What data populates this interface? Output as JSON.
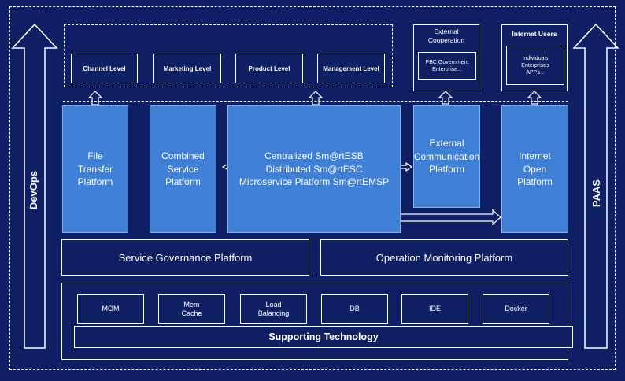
{
  "side": {
    "left_label": "DevOps",
    "right_label": "PAAS"
  },
  "levels": [
    {
      "label": "Channel Level"
    },
    {
      "label": "Marketing Level"
    },
    {
      "label": "Product Level"
    },
    {
      "label": "Management Level"
    }
  ],
  "external": {
    "title_line1": "External",
    "title_line2": "Cooperation",
    "inner_line1": "PBC Government",
    "inner_line2": "Enterprise..."
  },
  "internet": {
    "title": "Internet Users",
    "inner_line1": "Individuals",
    "inner_line2": "Enterprises",
    "inner_line3": "APPs..."
  },
  "platforms": {
    "file_transfer": "File\nTransfer\nPlatform",
    "combined_service": "Combined\nService\nPlatform",
    "central": "Centralized Sm@rtESB\nDistributed Sm@rtESC\nMicroservice Platform Sm@rtEMSP",
    "external_comm": "External\nCommunication\nPlatform",
    "internet_open": "Internet\nOpen\nPlatform"
  },
  "governance": {
    "service": "Service Governance Platform",
    "operation": "Operation Monitoring Platform"
  },
  "support": {
    "items": [
      {
        "label": "MOM"
      },
      {
        "label": "Mem\nCache"
      },
      {
        "label": "Load\nBalancing"
      },
      {
        "label": "DB"
      },
      {
        "label": "IDE"
      },
      {
        "label": "Docker"
      }
    ],
    "title": "Supporting Technology"
  },
  "colors": {
    "background": "#0e1f63",
    "platform_fill": "#3f7fd6",
    "line": "#ffffff"
  }
}
